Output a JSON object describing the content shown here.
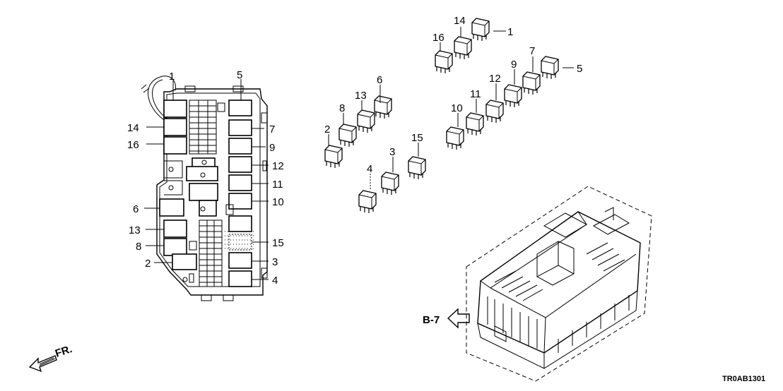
{
  "box_plan_labels": {
    "l1": "1",
    "l5": "5",
    "l14": "14",
    "l16": "16",
    "l7": "7",
    "l9": "9",
    "l12": "12",
    "l11": "11",
    "l10": "10",
    "l6": "6",
    "l13": "13",
    "l15": "15",
    "l8": "8",
    "l3": "3",
    "l2": "2",
    "l4": "4"
  },
  "relay_labels": {
    "r1": "1",
    "r14": "14",
    "r16": "16",
    "r7": "7",
    "r9": "9",
    "r5": "5",
    "r12": "12",
    "r11": "11",
    "r10": "10",
    "r6": "6",
    "r13": "13",
    "r8": "8",
    "r2": "2",
    "r15": "15",
    "r3": "3",
    "r4": "4"
  },
  "reference": "B-7",
  "front_label": "FR.",
  "diagram_code": "TR0AB1301",
  "icons": [
    "front-direction-arrow-icon",
    "reference-arrow-icon"
  ]
}
